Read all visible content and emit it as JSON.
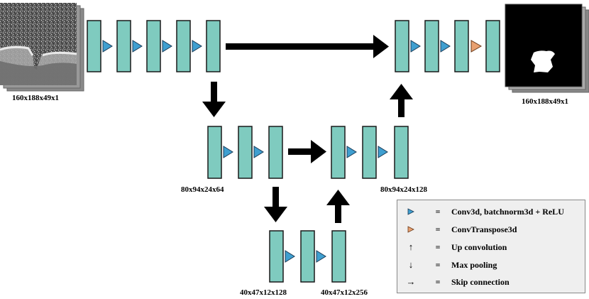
{
  "labels": {
    "input_size": "160x188x49x1",
    "output_size": "160x188x49x1",
    "enc2_size": "80x94x24x64",
    "dec2_size": "80x94x24x128",
    "bott_in_size": "40x47x12x128",
    "bott_out_size": "40x47x12x256"
  },
  "legend": {
    "items": [
      {
        "icon": "blue-triangle-icon",
        "eq": "=",
        "text": "Conv3d, batchnorm3d + ReLU"
      },
      {
        "icon": "orange-triangle-icon",
        "eq": "=",
        "text": "ConvTranspose3d"
      },
      {
        "icon": "up-arrow-icon",
        "eq": "=",
        "text": "Up convolution"
      },
      {
        "icon": "down-arrow-icon",
        "eq": "=",
        "text": "Max pooling"
      },
      {
        "icon": "right-arrow-icon",
        "eq": "=",
        "text": "Skip connection"
      }
    ]
  },
  "colors": {
    "block_fill": "#7fcbbf",
    "conv_triangle": "#3f9fd0",
    "transpose_triangle": "#e8a070",
    "arrow": "#000000"
  }
}
